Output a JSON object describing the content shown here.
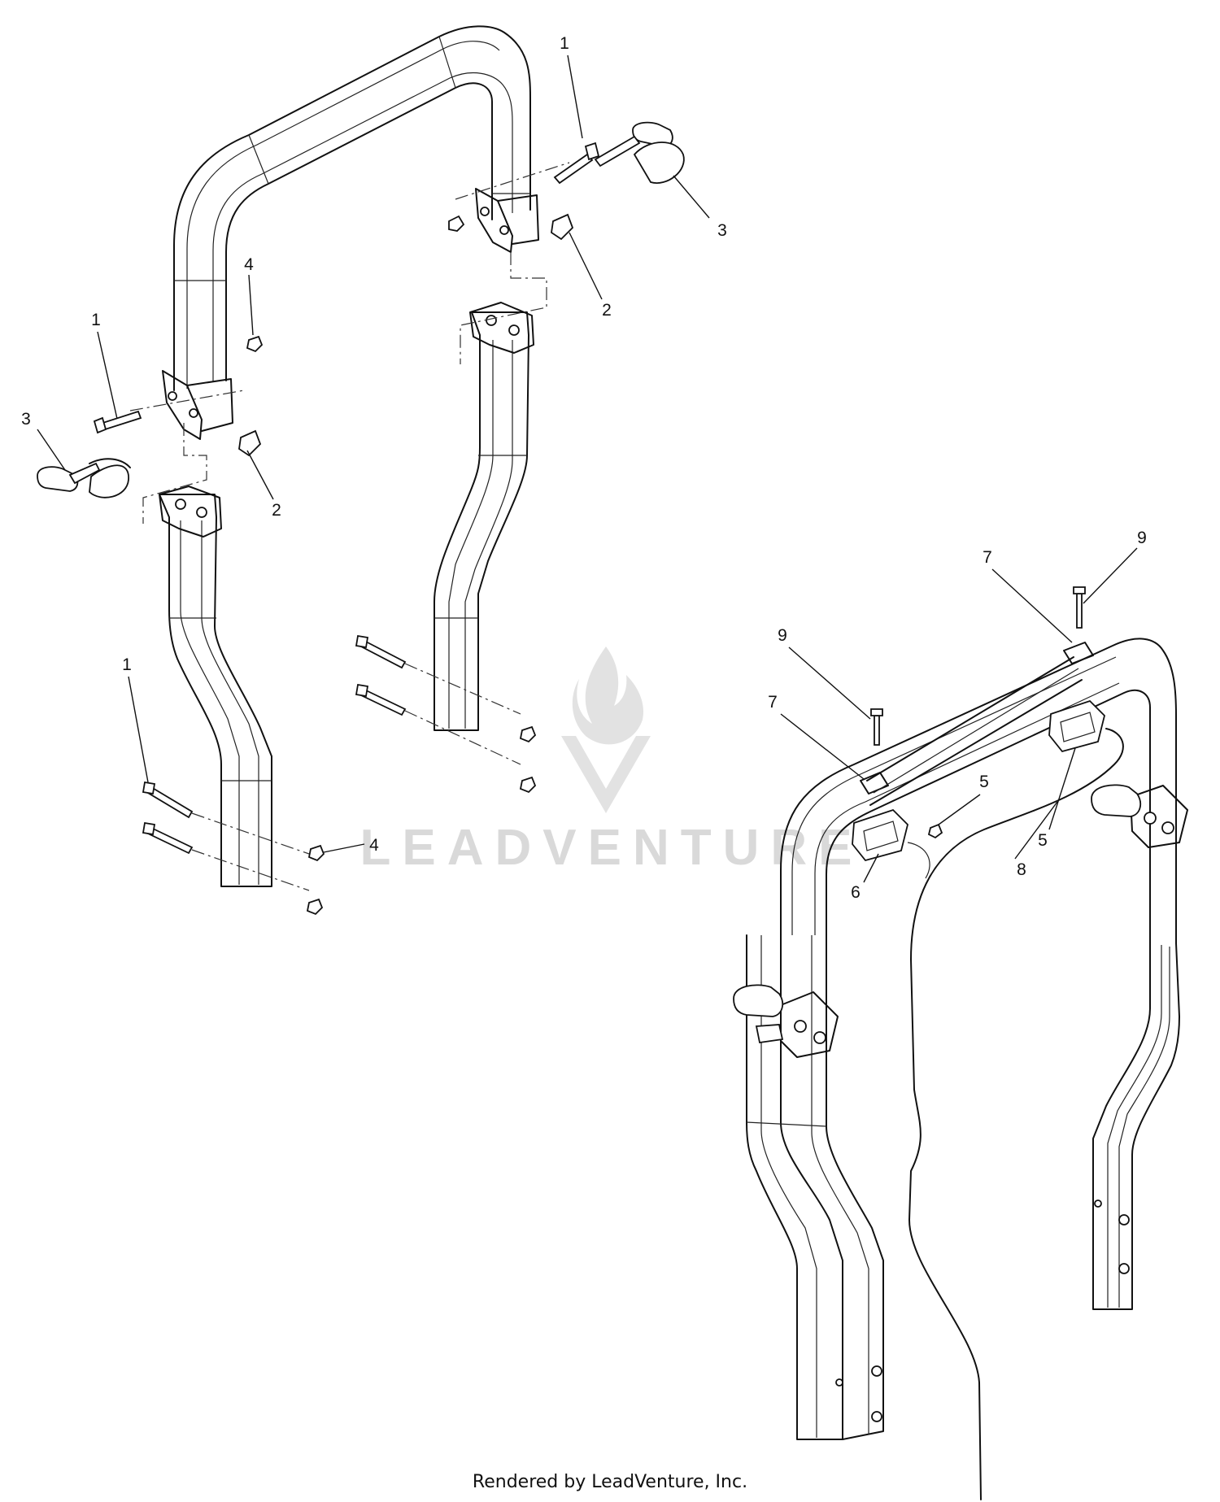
{
  "callouts": {
    "c1a": "1",
    "c1b": "1",
    "c1c": "1",
    "c2a": "2",
    "c2b": "2",
    "c3a": "3",
    "c3b": "3",
    "c4a": "4",
    "c4b": "4",
    "c5a": "5",
    "c5b": "5",
    "c6": "6",
    "c7a": "7",
    "c7b": "7",
    "c8": "8",
    "c9a": "9",
    "c9b": "9"
  },
  "watermark": {
    "text": "LEADVENTURE"
  },
  "footer": {
    "text": "Rendered by LeadVenture, Inc."
  }
}
